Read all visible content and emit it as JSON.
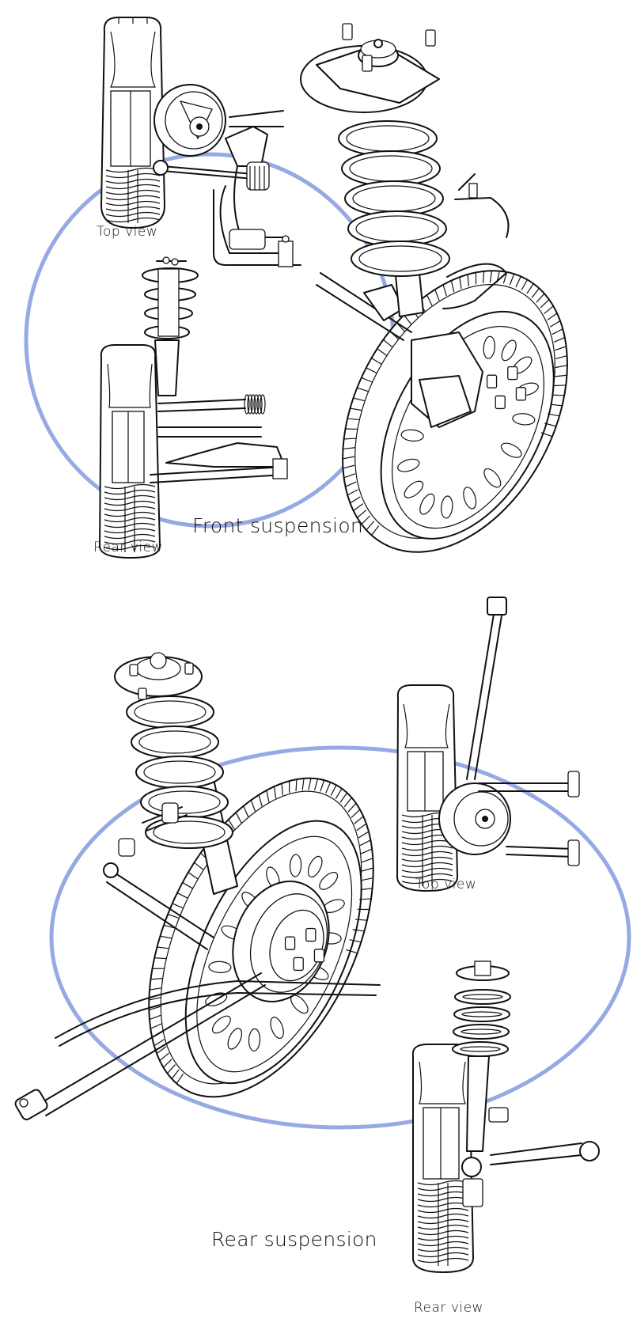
{
  "colors": {
    "background": "#ffffff",
    "ink": "#111111",
    "ellipse": "#8ca0e0"
  },
  "sections": [
    {
      "id": "front",
      "title": "Front suspension",
      "views": [
        {
          "label": "Top view"
        },
        {
          "label": "Rear view"
        }
      ]
    },
    {
      "id": "rear",
      "title": "Rear suspension",
      "views": [
        {
          "label": "Top view"
        },
        {
          "label": "Rear view"
        }
      ]
    }
  ]
}
